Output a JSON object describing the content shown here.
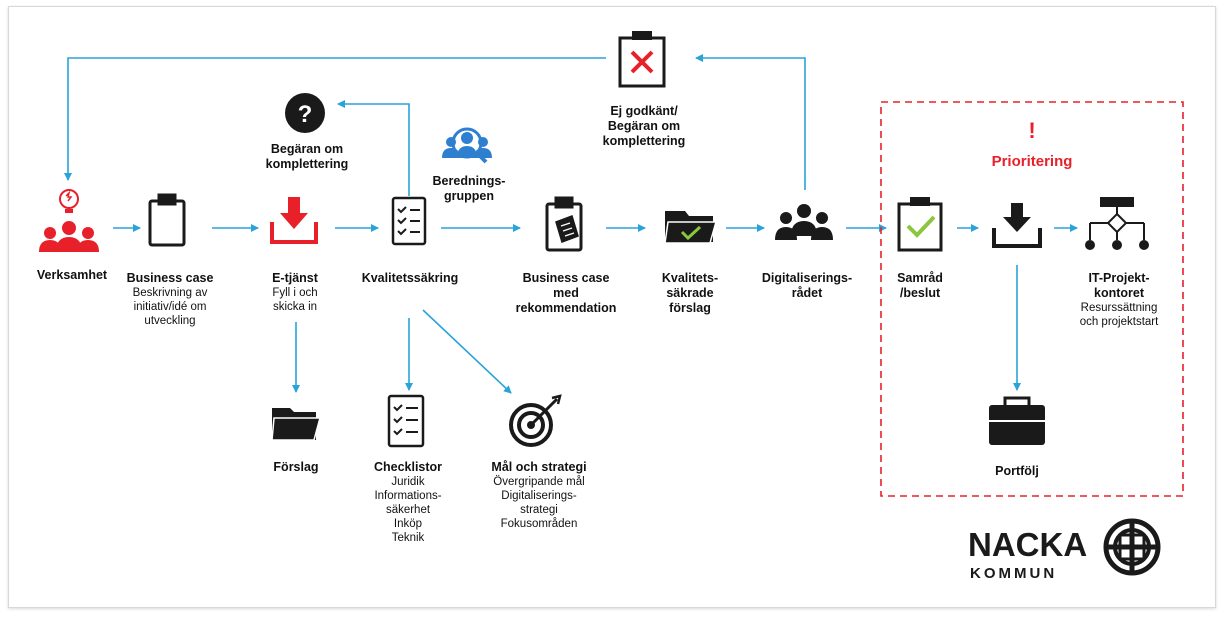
{
  "nodes": {
    "verksamhet": {
      "title": "Verksamhet"
    },
    "business_case": {
      "title": "Business case",
      "sub": [
        "Beskrivning av",
        "initiativ/idé om",
        "utveckling"
      ]
    },
    "etjanst": {
      "title": "E-tjänst",
      "sub": [
        "Fyll i och",
        "skicka in"
      ]
    },
    "forslag": {
      "title": "Förslag"
    },
    "kvalitetssakring": {
      "title": "Kvalitetssäkring"
    },
    "begaran": {
      "title": [
        "Begäran om",
        "komplettering"
      ]
    },
    "beredningsgruppen": {
      "title": [
        "Berednings-",
        "gruppen"
      ]
    },
    "checklistor": {
      "title": "Checklistor",
      "sub": [
        "Juridik",
        "Informations-",
        "säkerhet",
        "Inköp",
        "Teknik"
      ]
    },
    "mal_strategi": {
      "title": "Mål och strategi",
      "sub": [
        "Övergripande mål",
        "Digitaliserings-",
        "strategi",
        "Fokusområden"
      ]
    },
    "bc_rekommendation": {
      "title": [
        "Business case",
        "med",
        "rekommendation"
      ]
    },
    "kval_forslag": {
      "title": [
        "Kvalitets-",
        "säkrade",
        "förslag"
      ]
    },
    "dig_radet": {
      "title": [
        "Digitaliserings-",
        "rådet"
      ]
    },
    "ej_godkant": {
      "title": [
        "Ej godkänt/",
        "Begäran om",
        "komplettering"
      ]
    },
    "samrad": {
      "title": [
        "Samråd",
        "/beslut"
      ]
    },
    "it_projekt": {
      "title": [
        "IT-Projekt-",
        "kontoret"
      ],
      "sub": [
        "Resurssättning",
        "och projektstart"
      ]
    },
    "portfolj": {
      "title": "Portfölj"
    }
  },
  "prioritering": {
    "label": "Prioritering",
    "mark": "!"
  },
  "logo": {
    "line1": "NACKA",
    "line2": "KOMMUN"
  },
  "colors": {
    "arrow": "#29a3d9",
    "red": "#e8202a",
    "blue_icon": "#2f7fd0",
    "green": "#8cc63f",
    "dark": "#1a1a1a"
  }
}
